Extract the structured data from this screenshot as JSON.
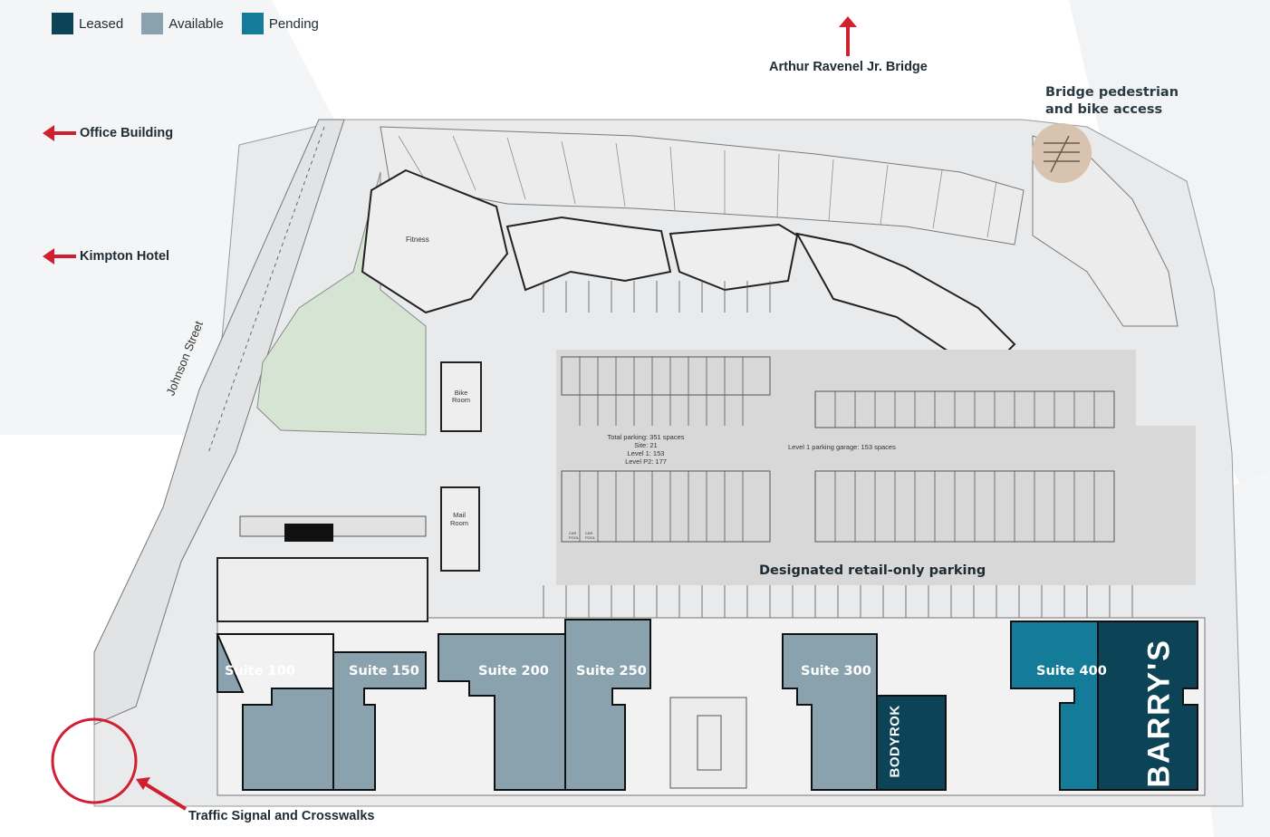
{
  "legend": [
    {
      "label": "Leased",
      "color": "#0d4356"
    },
    {
      "label": "Available",
      "color": "#8aa2ae"
    },
    {
      "label": "Pending",
      "color": "#147c98"
    }
  ],
  "directions": {
    "bridge": "Arthur Ravenel Jr. Bridge",
    "office_building": "Office Building",
    "kimpton_hotel": "Kimpton Hotel",
    "pedestrian": "Bridge pedestrian and bike access",
    "traffic": "Traffic Signal and Crosswalks"
  },
  "map": {
    "street": "Johnson Street",
    "fitness": "Fitness",
    "bike_room": "Bike Room",
    "mail_room": "Mail Room",
    "parking_total": "Total parking: 351 spaces",
    "parking_site": "Site: 21",
    "parking_level1": "Level 1: 153",
    "parking_levelp2": "Level P2: 177",
    "garage_note": "Level 1 parking garage: 153 spaces",
    "retail_parking": "Designated retail-only parking",
    "car_pool": "CAR POOL"
  },
  "suites": [
    {
      "label": "Suite 100",
      "status": "Available"
    },
    {
      "label": "Suite 150",
      "status": "Available"
    },
    {
      "label": "Suite 200",
      "status": "Available"
    },
    {
      "label": "Suite 250",
      "status": "Available"
    },
    {
      "label": "Suite 300",
      "status": "Available"
    },
    {
      "label": "Suite 400",
      "status": "Pending"
    }
  ],
  "tenants": {
    "bodyrok": "BODYROK",
    "barrys": "BARRY'S"
  },
  "colors": {
    "leased": "#0d4356",
    "available": "#8aa2ae",
    "pending": "#147c98",
    "arrow": "#d0202f",
    "green_space": "#d6e5d3",
    "parking_shade": "#d8d8d8",
    "pedestrian_marker": "#d8c3b0"
  }
}
